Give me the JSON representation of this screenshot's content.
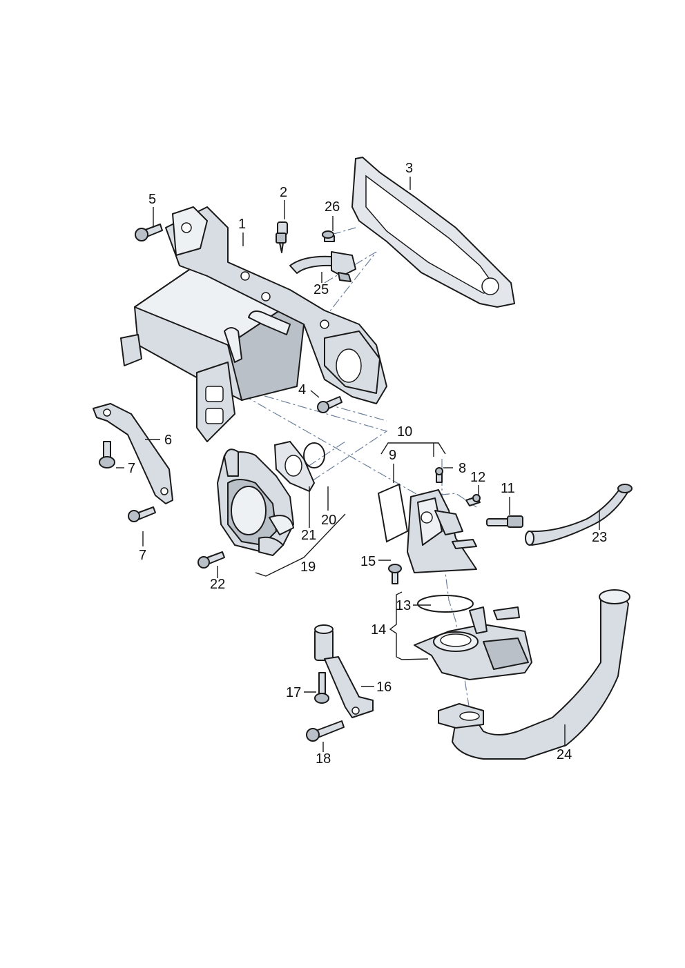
{
  "callouts": {
    "c1": "1",
    "c2": "2",
    "c3": "3",
    "c4": "4",
    "c5": "5",
    "c6": "6",
    "c7a": "7",
    "c7b": "7",
    "c8": "8",
    "c9": "9",
    "c10": "10",
    "c11": "11",
    "c12": "12",
    "c13": "13",
    "c14": "14",
    "c15": "15",
    "c16": "16",
    "c17": "17",
    "c18": "18",
    "c19": "19",
    "c20": "20",
    "c21": "21",
    "c22": "22",
    "c23": "23",
    "c24": "24",
    "c25": "25",
    "c26": "26"
  }
}
